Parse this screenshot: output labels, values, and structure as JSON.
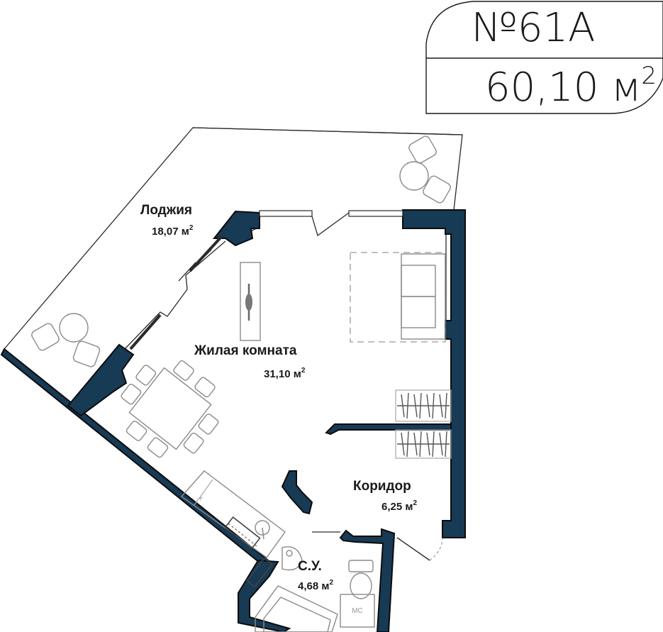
{
  "apartment": {
    "number": "№61А",
    "area_value": "60,10 м",
    "area_sup": "2"
  },
  "rooms": {
    "loggia": {
      "name": "Лоджия",
      "area": "18,07 м",
      "sup": "2"
    },
    "living": {
      "name": "Жилая комната",
      "area": "31,10 м",
      "sup": "2"
    },
    "corridor": {
      "name": "Коридор",
      "area": "6,25 м",
      "sup": "2"
    },
    "bathroom": {
      "name": "С.У.",
      "area": "4,68 м",
      "sup": "2"
    }
  },
  "labels": {
    "washer": "МС"
  },
  "colors": {
    "wall": "#173a55",
    "outline": "#0c0c0c",
    "furniture": "#8a8a8a"
  }
}
